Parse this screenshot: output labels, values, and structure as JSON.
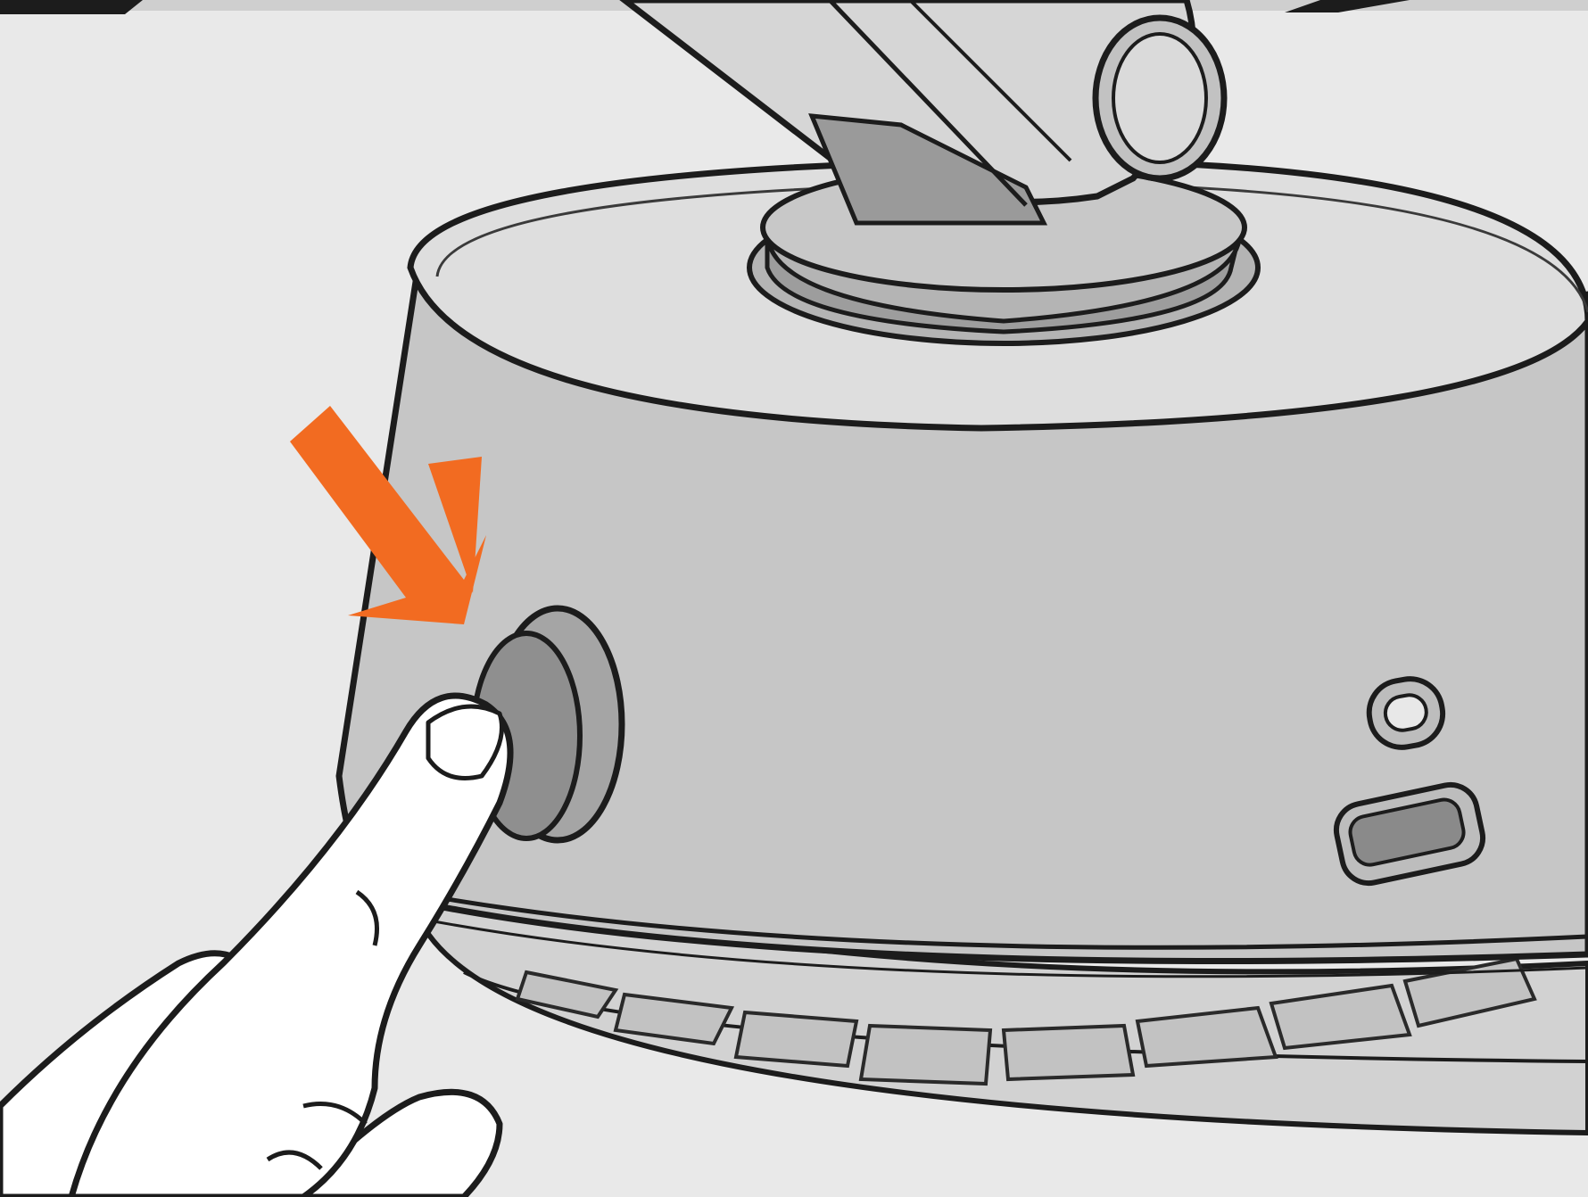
{
  "illustration": {
    "subject": "power-button-press",
    "colors": {
      "background": "#e9e9e9",
      "outline": "#1c1c1c",
      "body_top": "#dedede",
      "body_side": "#c6c6c6",
      "body_shadow": "#b3b3b3",
      "button": "#8f8f8f",
      "button_rim": "#a5a5a5",
      "base_ring": "#d2d2d2",
      "skin": "#ffffff",
      "accent_arrow": "#f26b21"
    },
    "icons": {
      "press_indicator": "orange-double-arrow",
      "led": "status-light",
      "port": "usb-port"
    }
  }
}
